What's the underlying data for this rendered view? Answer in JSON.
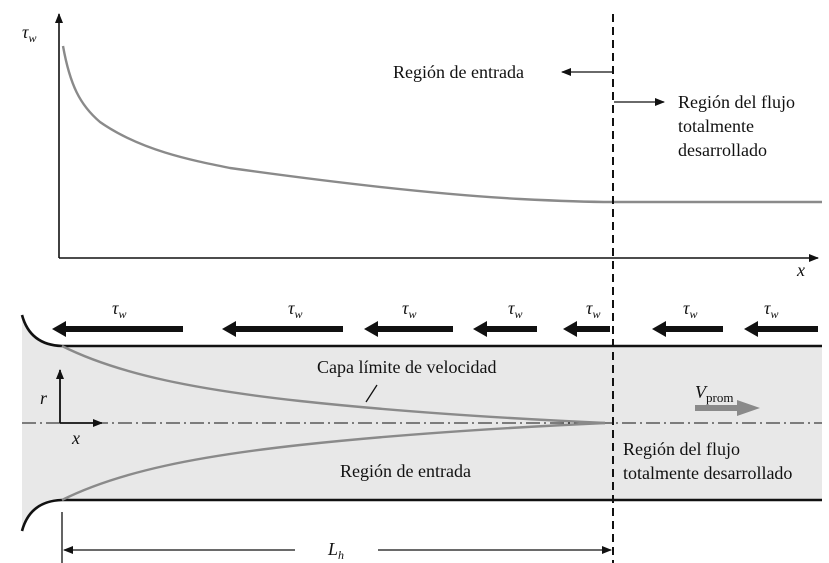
{
  "graph": {
    "y_axis_symbol": "τ",
    "y_axis_subscript": "w",
    "x_axis_symbol": "x",
    "entrance_label": "Región de entrada",
    "developed_label_lines": [
      "Región del flujo",
      "totalmente",
      "desarrollado"
    ]
  },
  "pipe": {
    "shear_symbol": "τ",
    "shear_subscript": "w",
    "shear_arrow_count": 7,
    "boundary_layer_label": "Capa límite de velocidad",
    "entrance_label": "Región de entrada",
    "developed_label_lines": [
      "Región del flujo",
      "totalmente desarrollado"
    ],
    "r_label": "r",
    "x_label": "x",
    "velocity_symbol": "V",
    "velocity_subscript": "prom",
    "length_symbol": "L",
    "length_subscript": "h"
  },
  "colors": {
    "pipe_fill": "#e8e8e8",
    "curve": "#8a8a8a",
    "velocity_arrow": "#8a8a8a",
    "ink": "#111111"
  }
}
